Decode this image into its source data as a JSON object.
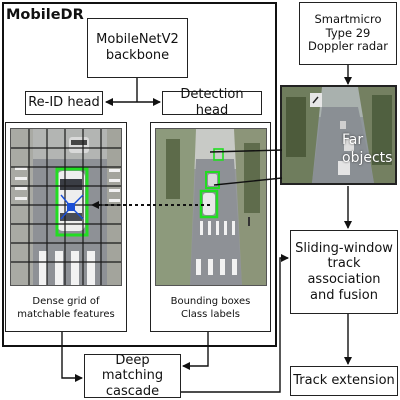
{
  "title": "MobileDR",
  "backbone": "MobileNetV2\nbackbone",
  "reid_head": "Re-ID head",
  "detection_head": "Detection head",
  "radar": "Smartmicro\nType 29\nDoppler radar",
  "far_objects": "Far\nobjects",
  "left_caption": "Dense grid of\nmatchable features",
  "right_caption": "Bounding boxes\nClass labels",
  "matching": "Deep matching\ncascade",
  "association": "Sliding-window\ntrack association\nand fusion",
  "extension": "Track extension",
  "colors": {
    "detection_box": "#22dd22",
    "feature_point": "#1a4fd6",
    "road": "#8e9196",
    "line": "#111111"
  }
}
